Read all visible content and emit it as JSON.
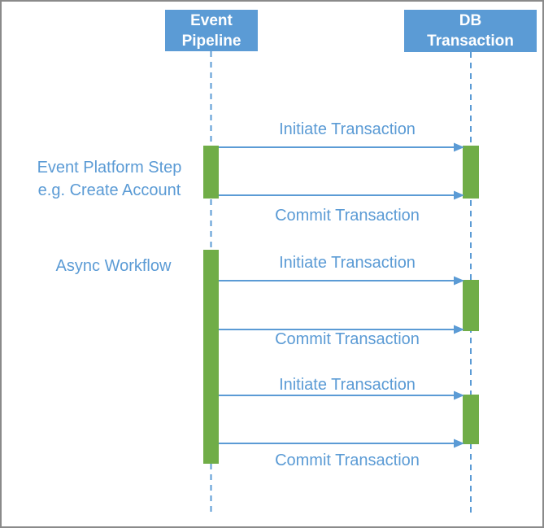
{
  "diagram": {
    "type": "sequence-diagram",
    "colors": {
      "accent_blue": "#5b9bd5",
      "activation_green": "#70ad47",
      "frame_border_gray": "#8a8a8a",
      "header_text": "#ffffff"
    },
    "lifelines": [
      {
        "id": "event-pipeline",
        "label": "Event\nPipeline"
      },
      {
        "id": "db-transaction",
        "label": "DB\nTransaction"
      }
    ],
    "annotations": [
      {
        "id": "event-platform-step",
        "text": "Event Platform Step\ne.g. Create Account"
      },
      {
        "id": "async-workflow",
        "text": "Async Workflow"
      }
    ],
    "messages": [
      {
        "from": "event-pipeline",
        "to": "db-transaction",
        "label": "Initiate Transaction"
      },
      {
        "from": "event-pipeline",
        "to": "db-transaction",
        "label": "Commit Transaction"
      },
      {
        "from": "event-pipeline",
        "to": "db-transaction",
        "label": "Initiate Transaction"
      },
      {
        "from": "event-pipeline",
        "to": "db-transaction",
        "label": "Commit Transaction"
      },
      {
        "from": "event-pipeline",
        "to": "db-transaction",
        "label": "Initiate Transaction"
      },
      {
        "from": "event-pipeline",
        "to": "db-transaction",
        "label": "Commit Transaction"
      }
    ]
  }
}
